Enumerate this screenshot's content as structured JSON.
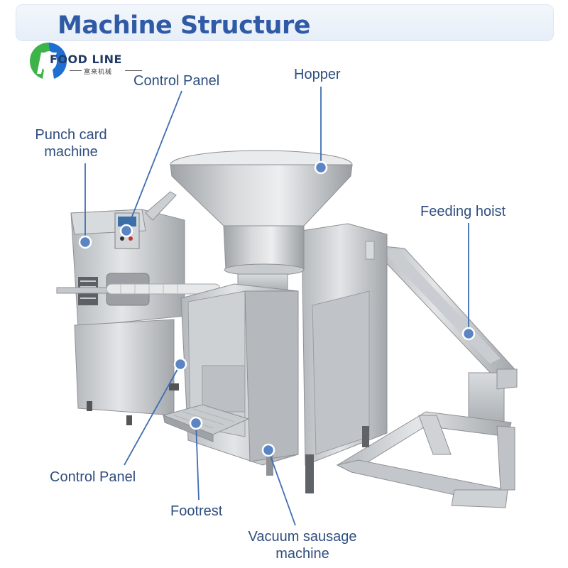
{
  "header": {
    "title": "Machine Structure"
  },
  "logo": {
    "brand": "FOOD LINE",
    "subtitle": "富来机械"
  },
  "labels": {
    "control_panel_top": "Control Panel",
    "hopper": "Hopper",
    "punch_card_line1": "Punch card",
    "punch_card_line2": "machine",
    "feeding_hoist": "Feeding hoist",
    "control_panel_bottom": "Control Panel",
    "footrest": "Footrest",
    "vacuum_line1": "Vacuum sausage",
    "vacuum_line2": "machine"
  },
  "colors": {
    "title": "#2f5aa6",
    "label_text": "#2f4e7e",
    "callout_dot": "#5b84c4",
    "callout_line": "#3f6db3",
    "logo_blue": "#1f6fd1",
    "logo_green": "#3cb44a"
  }
}
